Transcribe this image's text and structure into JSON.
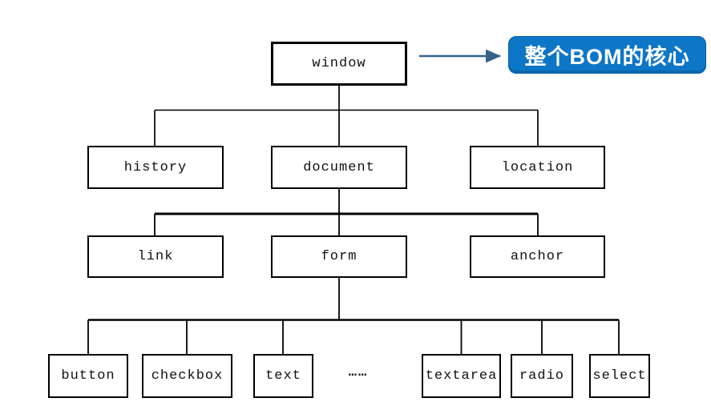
{
  "annotation": {
    "text": "整个BOM的核心"
  },
  "colors": {
    "annotation_bg": "#0d76c6",
    "annotation_border": "#0b5fa6",
    "annotation_text": "#ffffff",
    "arrow": "#33638a",
    "line": "#000000",
    "node_bg": "#ffffff",
    "node_border": "#000000"
  },
  "nodes": {
    "root": "window",
    "level2": [
      "history",
      "document",
      "location"
    ],
    "level3": [
      "link",
      "form",
      "anchor"
    ],
    "level4": [
      "button",
      "checkbox",
      "text",
      "textarea",
      "radio",
      "select"
    ],
    "ellipsis": "……"
  }
}
